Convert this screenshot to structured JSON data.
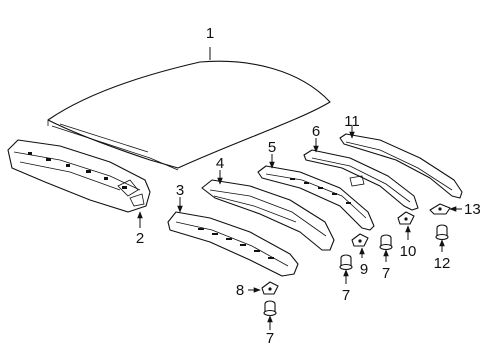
{
  "diagram": {
    "callouts": [
      {
        "id": "callout-1",
        "text": "1"
      },
      {
        "id": "callout-2",
        "text": "2"
      },
      {
        "id": "callout-3",
        "text": "3"
      },
      {
        "id": "callout-4",
        "text": "4"
      },
      {
        "id": "callout-5",
        "text": "5"
      },
      {
        "id": "callout-6",
        "text": "6"
      },
      {
        "id": "callout-7a",
        "text": "7"
      },
      {
        "id": "callout-7b",
        "text": "7"
      },
      {
        "id": "callout-7c",
        "text": "7"
      },
      {
        "id": "callout-8",
        "text": "8"
      },
      {
        "id": "callout-9",
        "text": "9"
      },
      {
        "id": "callout-10",
        "text": "10"
      },
      {
        "id": "callout-11",
        "text": "11"
      },
      {
        "id": "callout-12",
        "text": "12"
      },
      {
        "id": "callout-13",
        "text": "13"
      }
    ],
    "line_color": "#111111",
    "background": "#ffffff"
  }
}
